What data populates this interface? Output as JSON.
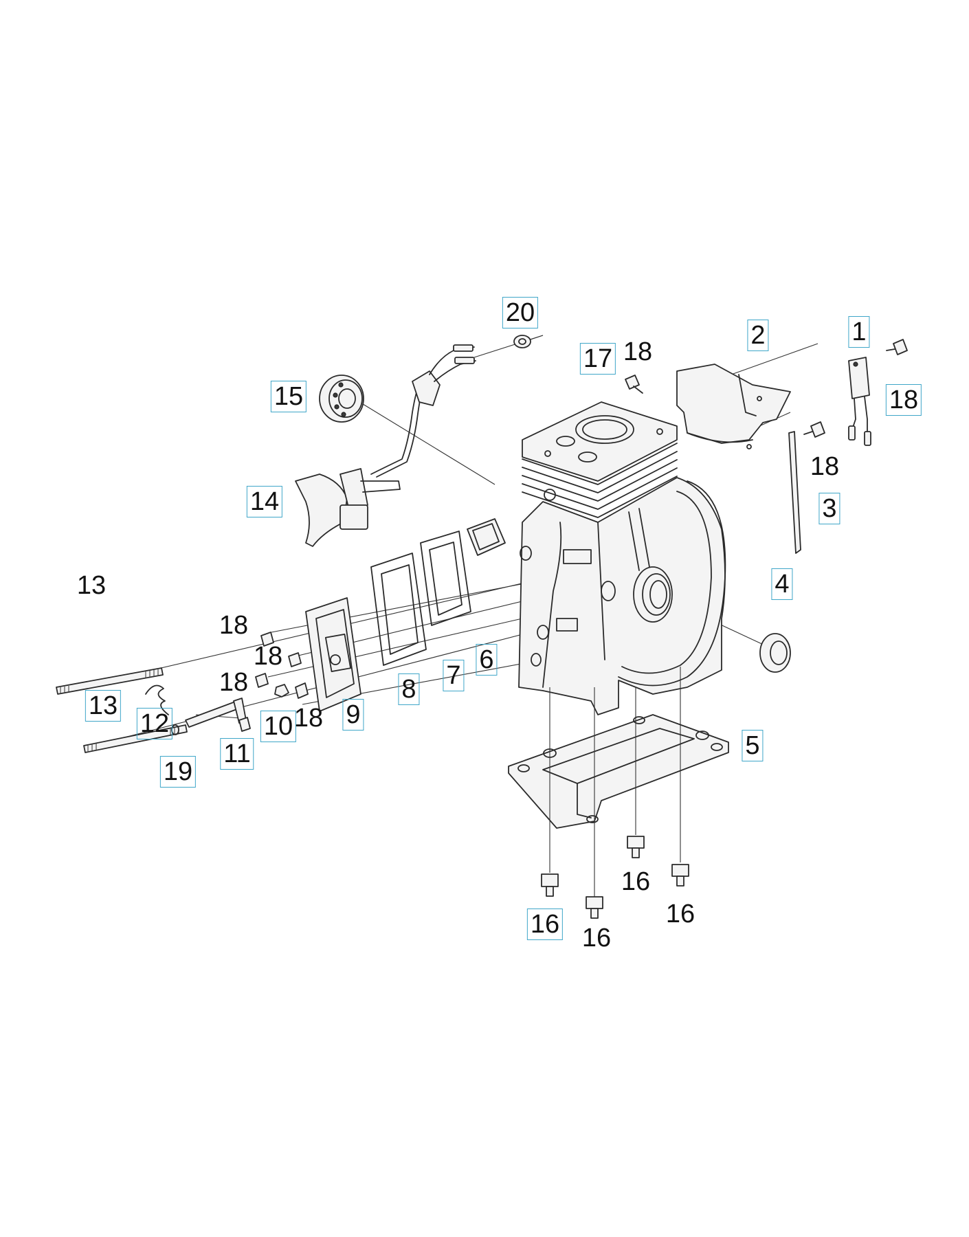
{
  "diagram": {
    "callouts": [
      {
        "id": "20",
        "label": "20",
        "boxed": true
      },
      {
        "id": "17",
        "label": "17",
        "boxed": true
      },
      {
        "id": "18a",
        "label": "18",
        "boxed": false
      },
      {
        "id": "2",
        "label": "2",
        "boxed": true
      },
      {
        "id": "1",
        "label": "1",
        "boxed": true
      },
      {
        "id": "18b",
        "label": "18",
        "boxed": true
      },
      {
        "id": "15",
        "label": "15",
        "boxed": true
      },
      {
        "id": "18c",
        "label": "18",
        "boxed": false
      },
      {
        "id": "14",
        "label": "14",
        "boxed": true
      },
      {
        "id": "3",
        "label": "3",
        "boxed": true
      },
      {
        "id": "4",
        "label": "4",
        "boxed": true
      },
      {
        "id": "13a",
        "label": "13",
        "boxed": false
      },
      {
        "id": "18d",
        "label": "18",
        "boxed": false
      },
      {
        "id": "18e",
        "label": "18",
        "boxed": false
      },
      {
        "id": "18f",
        "label": "18",
        "boxed": false
      },
      {
        "id": "6",
        "label": "6",
        "boxed": true
      },
      {
        "id": "7",
        "label": "7",
        "boxed": true
      },
      {
        "id": "8",
        "label": "8",
        "boxed": true
      },
      {
        "id": "13b",
        "label": "13",
        "boxed": true
      },
      {
        "id": "9",
        "label": "9",
        "boxed": true
      },
      {
        "id": "10",
        "label": "10",
        "boxed": true
      },
      {
        "id": "18g",
        "label": "18",
        "boxed": false
      },
      {
        "id": "12",
        "label": "12",
        "boxed": true
      },
      {
        "id": "11",
        "label": "11",
        "boxed": true
      },
      {
        "id": "19",
        "label": "19",
        "boxed": true
      },
      {
        "id": "5",
        "label": "5",
        "boxed": true
      },
      {
        "id": "16a",
        "label": "16",
        "boxed": false
      },
      {
        "id": "16b",
        "label": "16",
        "boxed": false
      },
      {
        "id": "16c",
        "label": "16",
        "boxed": true
      },
      {
        "id": "16d",
        "label": "16",
        "boxed": false
      }
    ]
  }
}
